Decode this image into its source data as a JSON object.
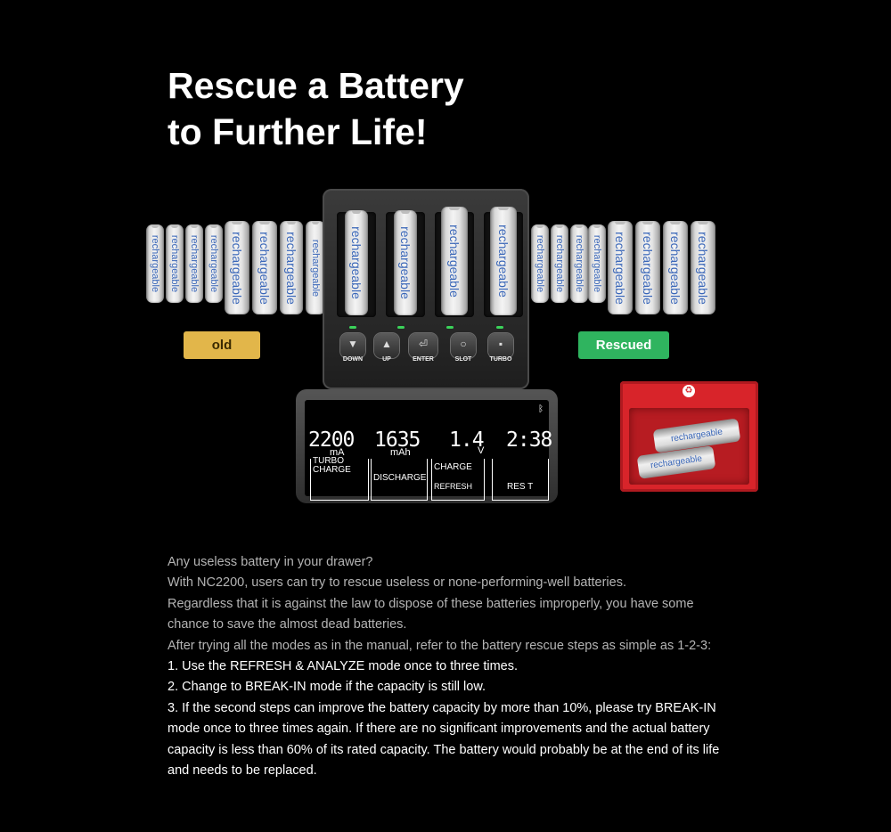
{
  "title": {
    "line1": "Rescue a Battery",
    "line2": "to Further Life!"
  },
  "battery_label": "rechargeable",
  "tags": {
    "old": "old",
    "rescued": "Rescued"
  },
  "charger": {
    "buttons": [
      {
        "label": "DOWN",
        "icon": "down-triangle-icon",
        "glyph": "▼"
      },
      {
        "label": "UP",
        "icon": "up-triangle-icon",
        "glyph": "▲"
      },
      {
        "label": "ENTER",
        "icon": "enter-icon",
        "glyph": "⏎"
      },
      {
        "label": "SLOT",
        "icon": "circle-icon",
        "glyph": "○"
      },
      {
        "label": "TURBO",
        "icon": "turbo-icon",
        "glyph": "▪"
      }
    ]
  },
  "lcd": {
    "current": "2200",
    "current_unit": "mA",
    "capacity": "1635",
    "capacity_unit": "mAh",
    "voltage": "1.4",
    "voltage_unit": "V",
    "time": "2:38",
    "modes": [
      "TURBO CHARGE",
      "DISCHARGE",
      "CHARGE",
      "REFRESH",
      "RES T"
    ]
  },
  "body": {
    "intro": [
      "Any useless battery in your drawer?",
      "With NC2200, users can try to rescue useless or none-performing-well batteries.",
      "Regardless that it is against the law to dispose of these batteries improperly, you have some chance to save the almost dead batteries.",
      "After trying all the modes as in the manual, refer to the battery rescue steps as simple as 1-2-3:"
    ],
    "steps": [
      "1. Use the REFRESH & ANALYZE mode once to three times.",
      "2. Change to BREAK-IN mode if the capacity is still low.",
      "3. If the second steps can improve the battery capacity by more than 10%, please try BREAK-IN mode once to three times again. If there are no significant improvements and the actual battery capacity is less than 60% of its rated capacity. The battery would probably be at the end of its life and needs to be replaced."
    ]
  }
}
